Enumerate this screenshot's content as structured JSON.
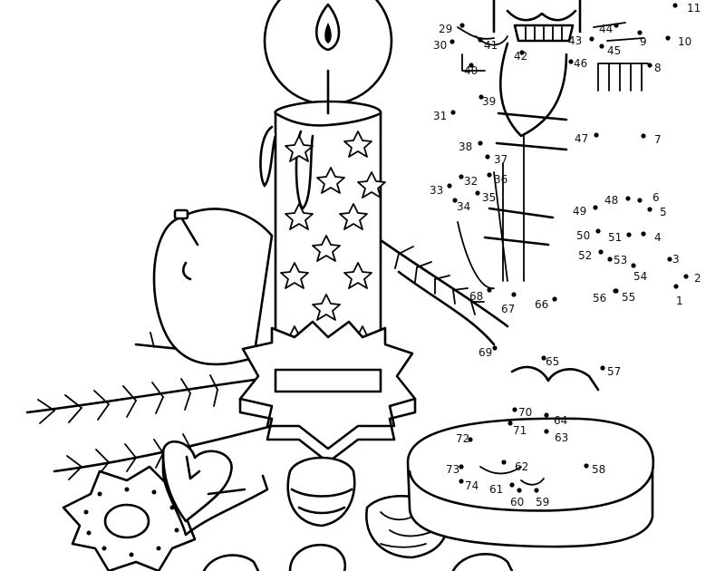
{
  "colors": {
    "ink": "#000000",
    "paper": "#ffffff"
  },
  "labels": [
    "11",
    "10",
    "9",
    "8",
    "7",
    "6",
    "5",
    "4",
    "3",
    "2",
    "1",
    "29",
    "30",
    "41",
    "40",
    "42",
    "43",
    "44",
    "45",
    "46",
    "39",
    "31",
    "38",
    "37",
    "36",
    "47",
    "32",
    "33",
    "35",
    "34",
    "48",
    "49",
    "50",
    "51",
    "52",
    "53",
    "54",
    "55",
    "56",
    "66",
    "67",
    "68",
    "69",
    "65",
    "57",
    "70",
    "64",
    "71",
    "63",
    "72",
    "62",
    "73",
    "74",
    "61",
    "60",
    "59",
    "58"
  ]
}
